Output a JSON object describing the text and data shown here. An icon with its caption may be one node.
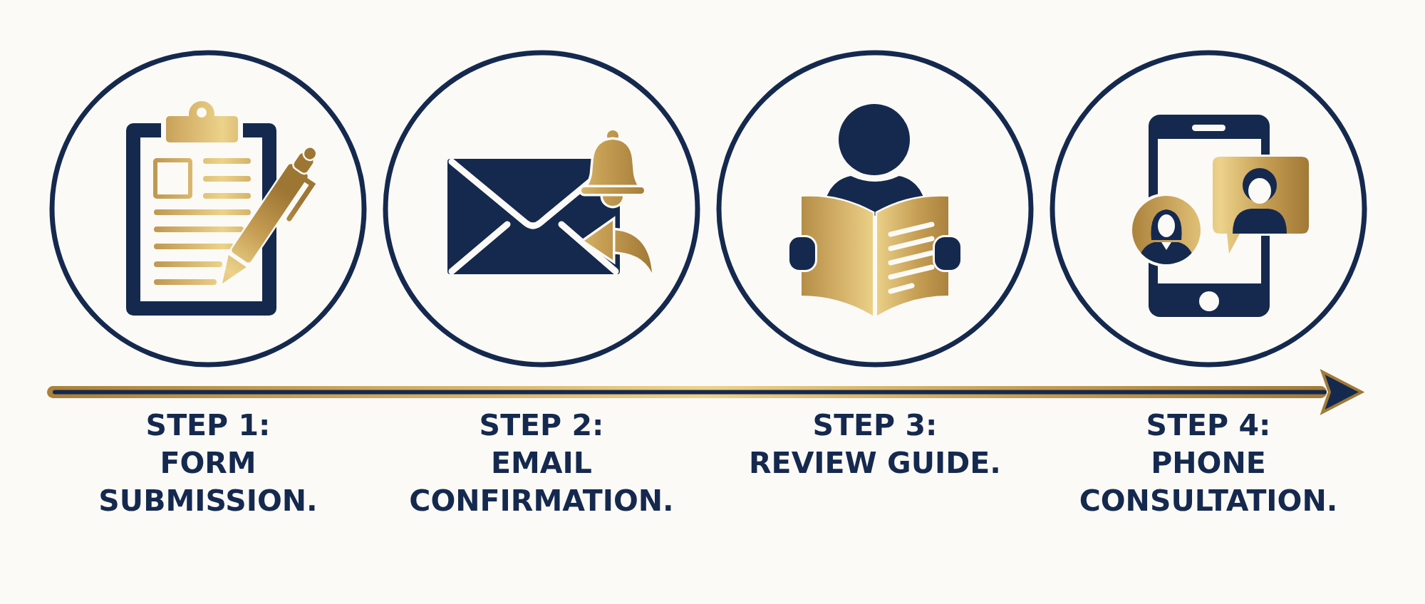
{
  "diagram": {
    "nodes": [
      {
        "text": [
          "STEP 1:",
          "FORM SUBMISSION."
        ]
      },
      {
        "text": [
          "STEP 2:",
          "EMAIL CONFIRMATION."
        ]
      },
      {
        "text": [
          "STEP 3:",
          "REVIEW GUIDE."
        ]
      },
      {
        "text": [
          "STEP 4:",
          "PHONE CONSULTATION."
        ]
      }
    ]
  }
}
